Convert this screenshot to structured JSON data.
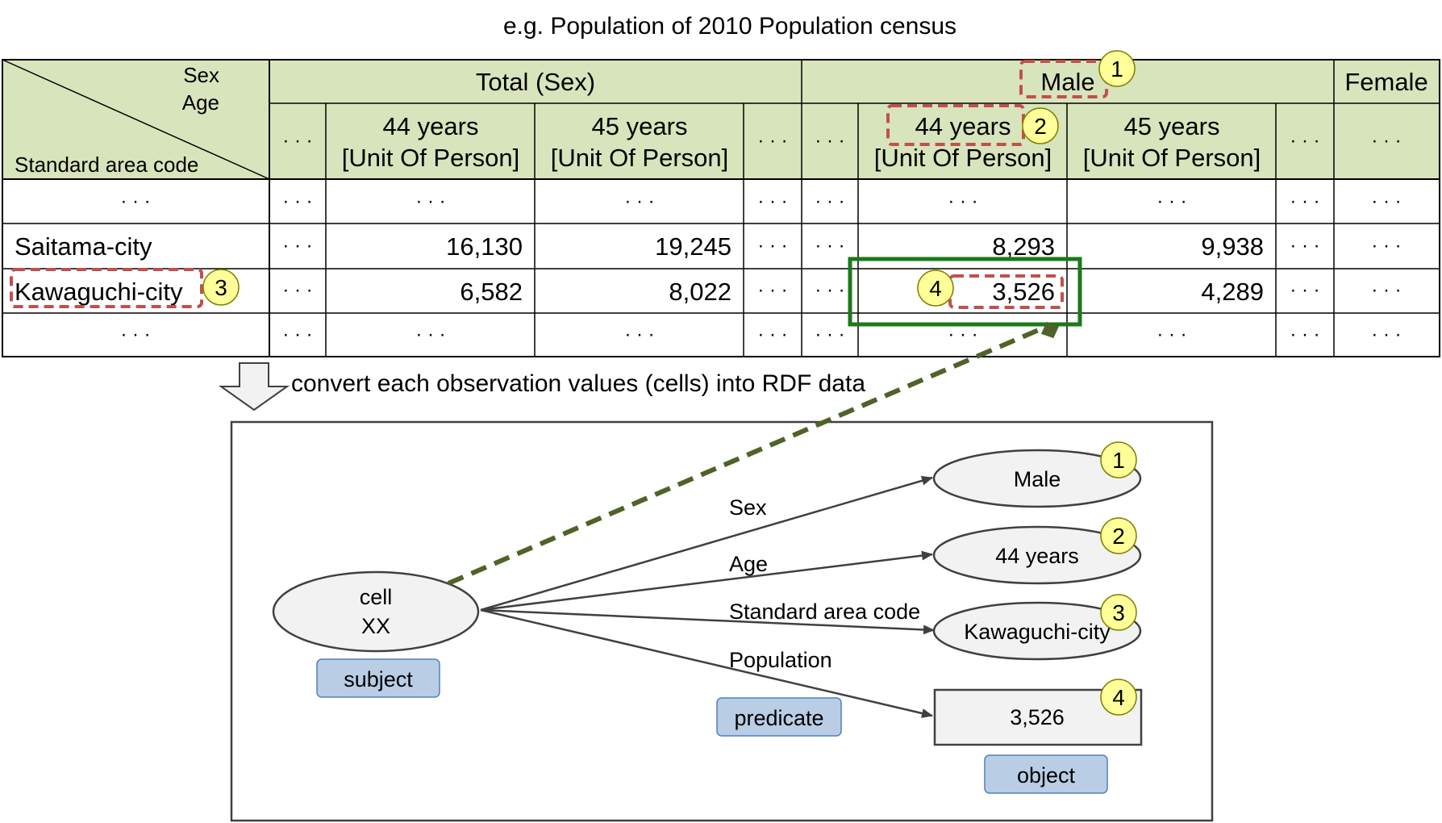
{
  "title": "e.g. Population of 2010 Population census",
  "dots": "· · ·",
  "table": {
    "corner": {
      "sex": "Sex",
      "age": "Age",
      "area": "Standard area code"
    },
    "groups": {
      "total": "Total (Sex)",
      "male": "Male",
      "female": "Female"
    },
    "col_44": {
      "line1": "44 years",
      "line2": "[Unit Of Person]"
    },
    "col_45": {
      "line1": "45 years",
      "line2": "[Unit Of Person]"
    },
    "rows": [
      {
        "label": "Saitama-city",
        "total_44": "16,130",
        "total_45": "19,245",
        "male_44": "8,293",
        "male_45": "9,938"
      },
      {
        "label": "Kawaguchi-city",
        "total_44": "6,582",
        "total_45": "8,022",
        "male_44": "3,526",
        "male_45": "4,289"
      }
    ]
  },
  "markers": [
    "1",
    "2",
    "3",
    "4"
  ],
  "convert_text": "convert each observation values (cells) into RDF data",
  "rdf": {
    "subject": {
      "line1": "cell",
      "line2": "XX",
      "tag": "subject"
    },
    "predicates": [
      "Sex",
      "Age",
      "Standard area code",
      "Population"
    ],
    "predicate_tag": "predicate",
    "objects": [
      "Male",
      "44 years",
      "Kawaguchi-city",
      "3,526"
    ],
    "object_tag": "object"
  },
  "colors": {
    "header_fill": "#d8e4bc",
    "highlight_red": "#c0504d",
    "highlight_green": "#1a7a1a",
    "marker_fill": "#ffff99",
    "tag_fill": "#b9cde5",
    "tag_stroke": "#4f81bd",
    "node_fill": "#f2f2f2",
    "dashed_arrow": "#4f6228"
  }
}
